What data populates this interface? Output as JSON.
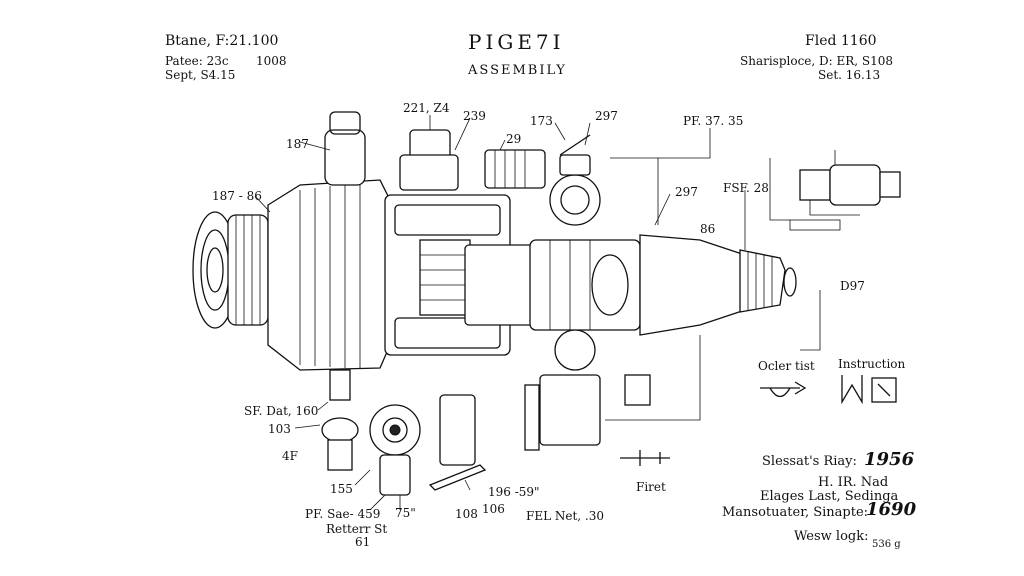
{
  "header": {
    "title": "PIGE7I",
    "subtitle": "ASSEMBILY",
    "top_left": [
      "Btane, F:21.100",
      "Patee: 23c",
      "1008",
      "Sept, S4.15"
    ],
    "top_right": [
      "Fled 1160",
      "Sharisploce, D: ER, S108",
      "Set. 16.13"
    ]
  },
  "callouts": {
    "c1": "221, Z4",
    "c2": "239",
    "c3": "29",
    "c4": "173",
    "c5": "297",
    "c6": "PF. 37. 35",
    "c7": "187",
    "c8": "187 - 86",
    "c9": "297",
    "c10": "FSF. 28",
    "c11": "86",
    "c12": "D97",
    "c13": "SF. Dat, 160",
    "c14": "103",
    "c15": "4F",
    "c16": "155",
    "c17": "196 -59\"",
    "c18": "108",
    "c19": "106",
    "c20": "PF. Sae- 459",
    "c21": "75\"",
    "c22": "Retterr St",
    "c23": "61",
    "c24": "FEL Net, .30",
    "c25": "Firet",
    "c26": "Ocler tist",
    "c27": "Instruction"
  },
  "notes": {
    "line1_label": "Slessat's Riay:",
    "line1_value": "1956",
    "line2": "H. IR. Nad",
    "line3": "Elages Last, Sedinga",
    "line4_label": "Mansotuater, Sinapte:",
    "line4_value": "1690",
    "line5": "Wesw logk:",
    "line6": "536 g"
  }
}
